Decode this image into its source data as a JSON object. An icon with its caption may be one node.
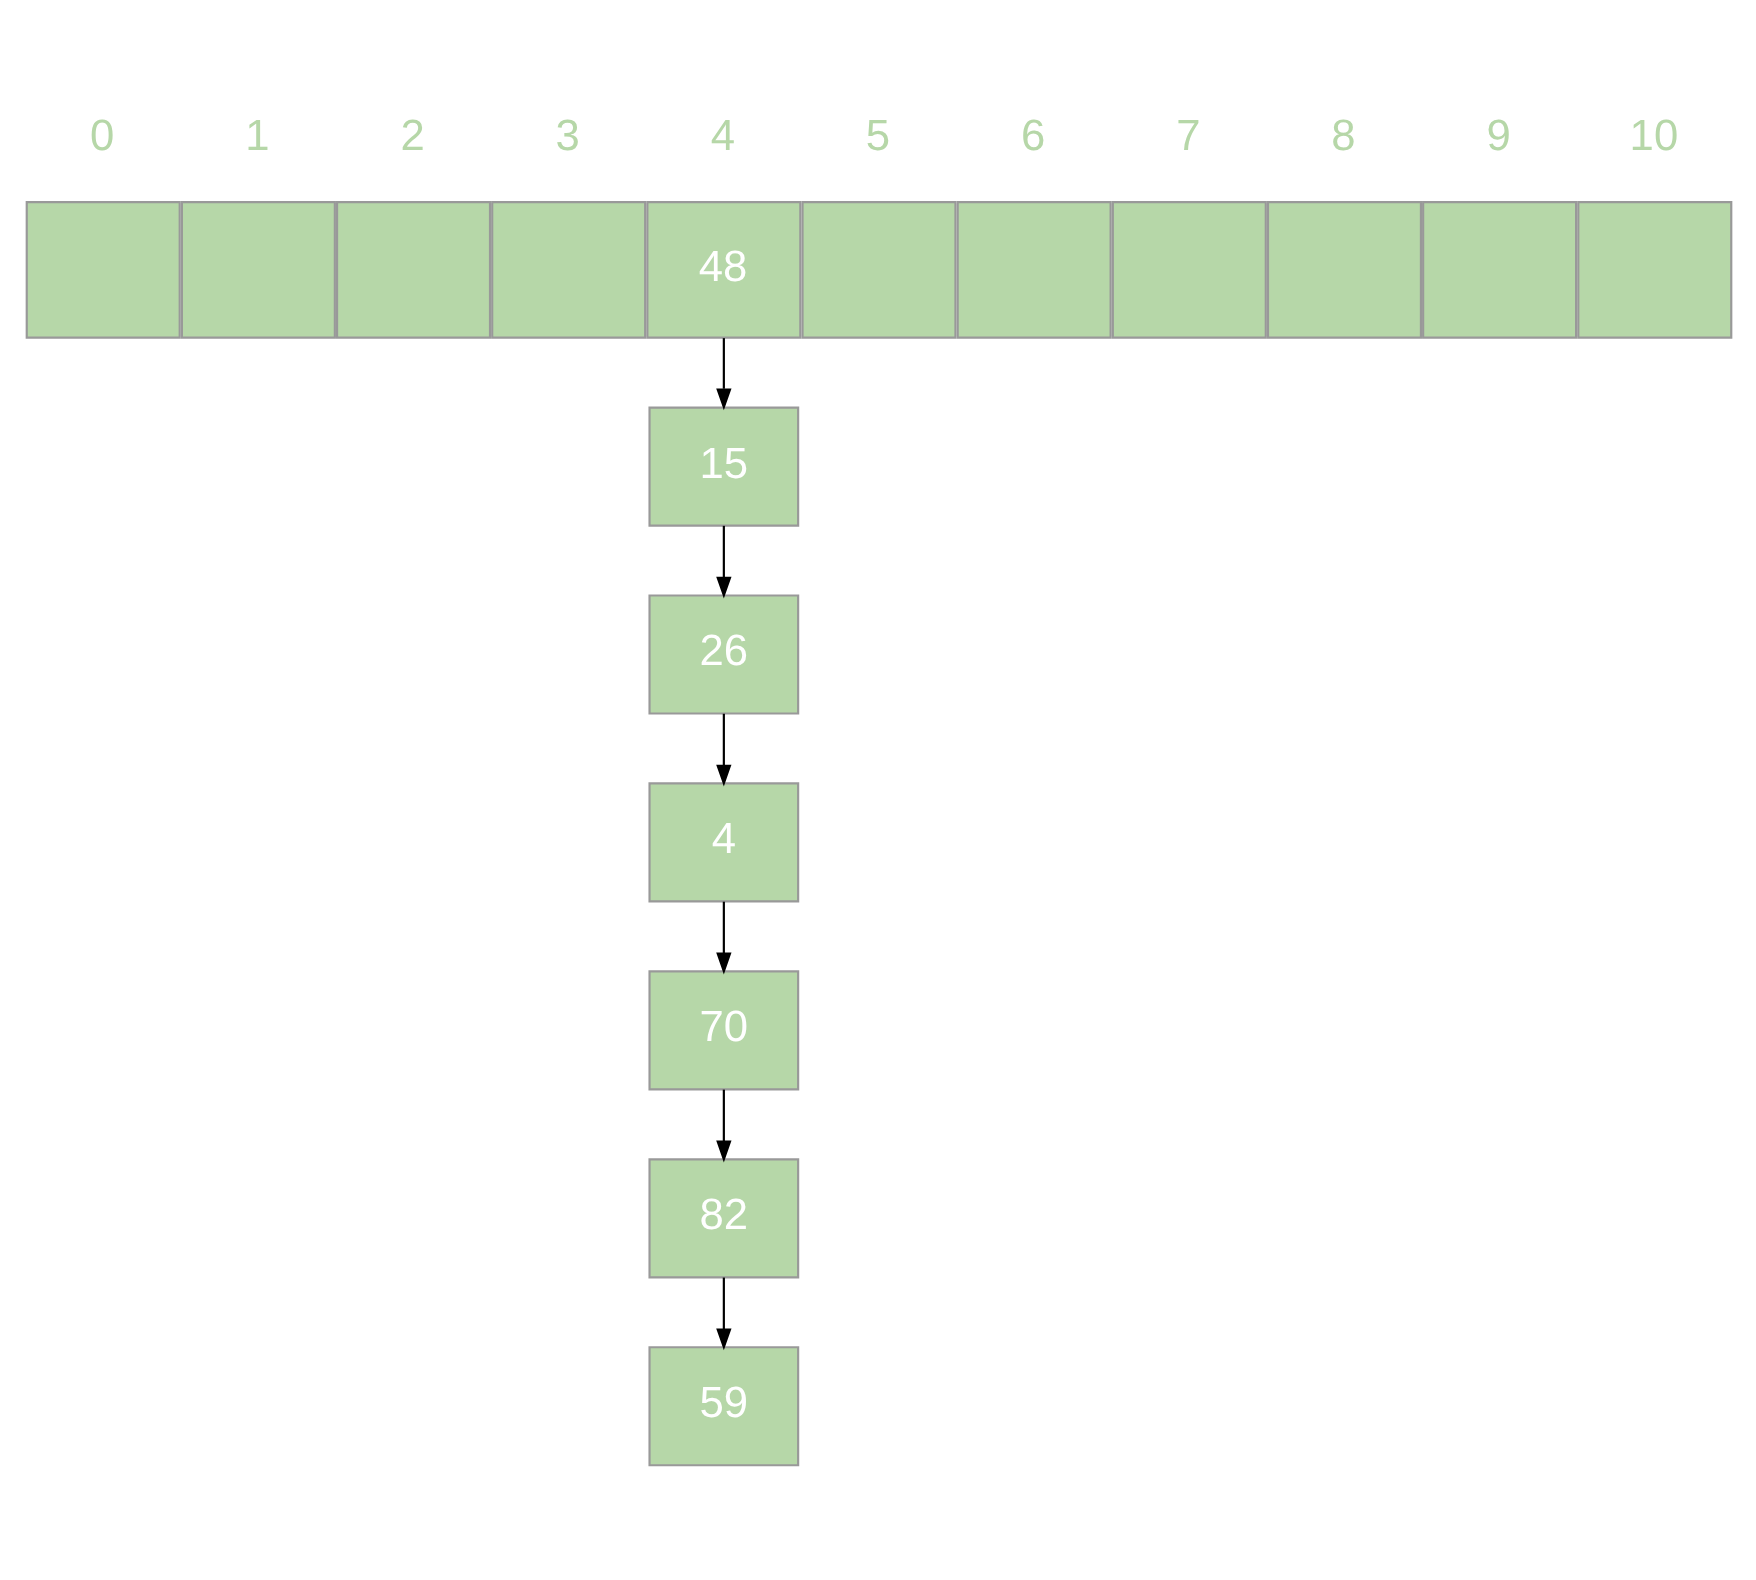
{
  "diagram": {
    "nodes": [
      {
        "text": [],
        "shape": "box",
        "beside": [
          "0"
        ]
      },
      {
        "text": [],
        "shape": "box",
        "beside": [
          "1"
        ]
      },
      {
        "text": [],
        "shape": "box",
        "beside": [
          "2"
        ]
      },
      {
        "text": [],
        "shape": "box",
        "beside": [
          "3"
        ]
      },
      {
        "text": [
          "48"
        ],
        "beside": [
          "4"
        ]
      },
      {
        "text": [],
        "shape": "box",
        "beside": [
          "5"
        ]
      },
      {
        "text": [],
        "shape": "box",
        "beside": [
          "6"
        ]
      },
      {
        "text": [],
        "shape": "box",
        "beside": [
          "7"
        ]
      },
      {
        "text": [],
        "shape": "box",
        "beside": [
          "8"
        ]
      },
      {
        "text": [],
        "shape": "box",
        "beside": [
          "9"
        ]
      },
      {
        "text": [],
        "shape": "box",
        "beside": [
          "10"
        ]
      },
      {
        "text": [
          "15"
        ]
      },
      {
        "text": [
          "26"
        ]
      },
      {
        "text": [
          "4"
        ]
      },
      {
        "text": [
          "70"
        ]
      },
      {
        "text": [
          "82"
        ]
      },
      {
        "text": [
          "59"
        ]
      }
    ],
    "edges": [
      {
        "from": 4,
        "to": 11,
        "arrow": "to"
      },
      {
        "from": 11,
        "to": 12,
        "arrow": "to"
      },
      {
        "from": 12,
        "to": 13,
        "arrow": "to"
      },
      {
        "from": 13,
        "to": 14,
        "arrow": "to"
      },
      {
        "from": 14,
        "to": 15,
        "arrow": "to"
      },
      {
        "from": 15,
        "to": 16,
        "arrow": "to"
      }
    ]
  }
}
